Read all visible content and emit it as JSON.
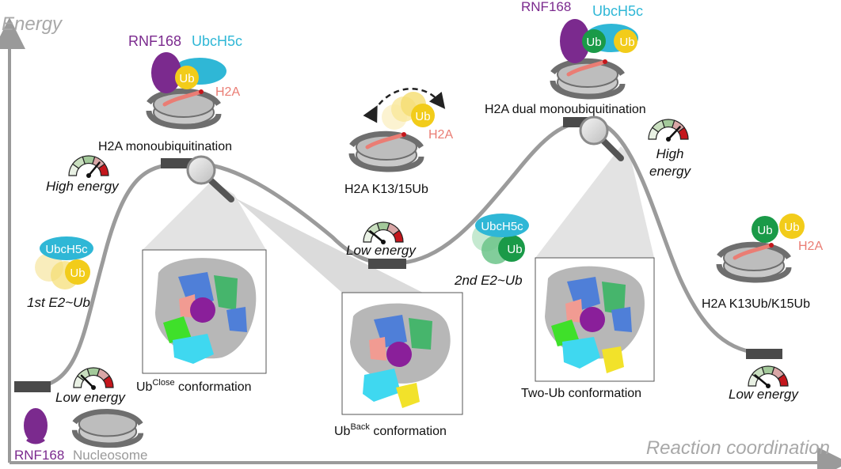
{
  "axes": {
    "y_label": "Energy",
    "x_label": "Reaction coordination"
  },
  "states": {
    "start": {
      "energy": "Low energy",
      "components": [
        "RNF168",
        "Nucleosome"
      ]
    },
    "first_e2": {
      "e2_name": "UbcH5c",
      "ub": "Ub",
      "label": "1st E2~Ub"
    },
    "mono": {
      "e3_name": "RNF168",
      "e2_name": "UbcH5c",
      "ub": "Ub",
      "substrate": "H2A",
      "label": "H2A monoubiquitination",
      "energy": "High energy",
      "structure_label_main": "Ub",
      "structure_label_sup": "Close",
      "structure_label_rest": " conformation"
    },
    "k1315": {
      "ub": "Ub",
      "substrate": "H2A",
      "label": "H2A K13/15Ub",
      "energy": "Low energy",
      "structure_label_main": "Ub",
      "structure_label_sup": "Back",
      "structure_label_rest": " conformation"
    },
    "second_e2": {
      "e2_name": "UbcH5c",
      "ub": "Ub",
      "label": "2nd E2~Ub"
    },
    "dual": {
      "e3_name": "RNF168",
      "e2_name": "UbcH5c",
      "ub": "Ub",
      "ub2": "Ub",
      "label": "H2A dual monoubiquitination",
      "energy_line1": "High",
      "energy_line2": "energy",
      "structure_label": "Two-Ub conformation"
    },
    "final": {
      "ub": "Ub",
      "ub2": "Ub",
      "substrate": "H2A",
      "label": "H2A K13Ub/K15Ub",
      "energy": "Low energy"
    }
  },
  "colors": {
    "rnf168": "#7b2a8e",
    "ubch5c": "#2fb7d6",
    "ub": "#f2cc1a",
    "ub_green": "#1a9a48",
    "h2a": "#ea7d74",
    "nucleosome": "#b9b9b9",
    "axis": "#9a9a9a",
    "curve": "#9b9b9b",
    "gauge_red": "#c4161c"
  }
}
